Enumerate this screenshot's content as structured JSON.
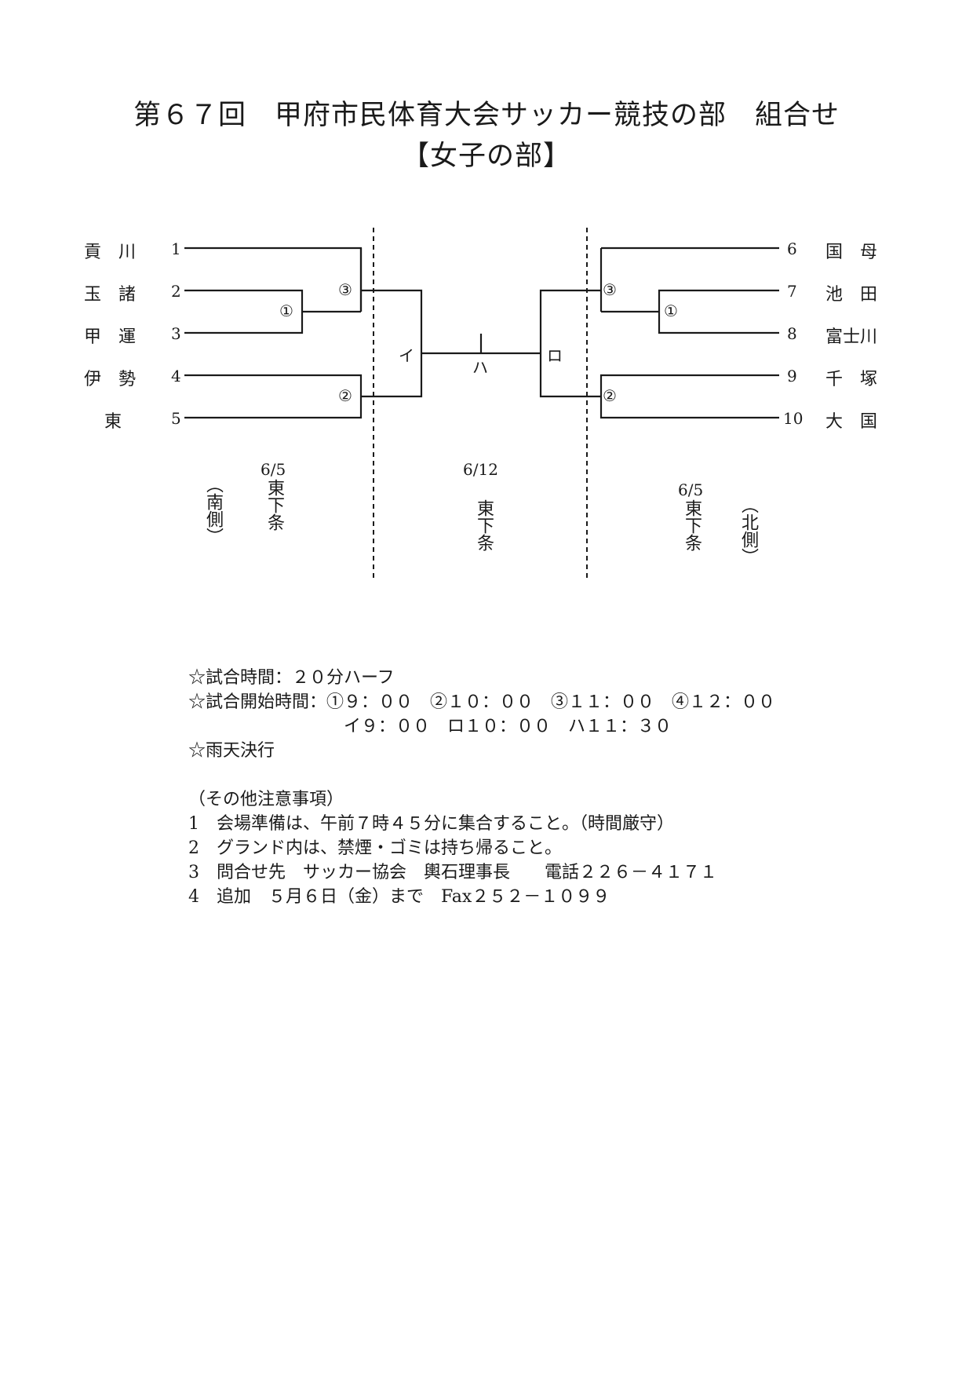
{
  "header": {
    "title": "第６７回　甲府市民体育大会サッカー競技の部　組合せ",
    "subtitle": "【女子の部】"
  },
  "bracket": {
    "left_teams": [
      {
        "seed": "1",
        "name": "貢　川"
      },
      {
        "seed": "2",
        "name": "玉　諸"
      },
      {
        "seed": "3",
        "name": "甲　運"
      },
      {
        "seed": "4",
        "name": "伊　勢"
      },
      {
        "seed": "5",
        "name": "東"
      }
    ],
    "right_teams": [
      {
        "seed": "6",
        "name": "国　母"
      },
      {
        "seed": "7",
        "name": "池　田"
      },
      {
        "seed": "8",
        "name": "富士川"
      },
      {
        "seed": "9",
        "name": "千　塚"
      },
      {
        "seed": "10",
        "name": "大　国"
      }
    ],
    "match_labels": {
      "left_m1": "①",
      "left_m2": "②",
      "left_m3": "③",
      "right_m1": "①",
      "right_m2": "②",
      "right_m3": "③",
      "semi_left": "イ",
      "semi_right": "ロ",
      "final": "ハ"
    },
    "venues": {
      "left_date": "6/5",
      "left_place": "東下条",
      "left_side": "（南側）",
      "center_date": "6/12",
      "center_place": "東下条",
      "right_date": "6/5",
      "right_place": "東下条",
      "right_side": "（北側）"
    }
  },
  "notes": {
    "line1": "☆試合時間：２０分ハーフ",
    "line2": "☆試合開始時間：①９：００　②１０：００　③１１：００　④１２：００",
    "line3": "イ９：００　ロ１０：００　ハ１１：３０",
    "line4": "☆雨天決行",
    "other_heading": "（その他注意事項）",
    "items": [
      "1　会場準備は、午前７時４５分に集合すること。（時間厳守）",
      "2　グランド内は、禁煙・ゴミは持ち帰ること。",
      "3　問合せ先　サッカー協会　輿石理事長　　電話２２６－４１７１",
      "4　追加　５月６日（金）まで　Fax２５２－１０９９"
    ]
  }
}
